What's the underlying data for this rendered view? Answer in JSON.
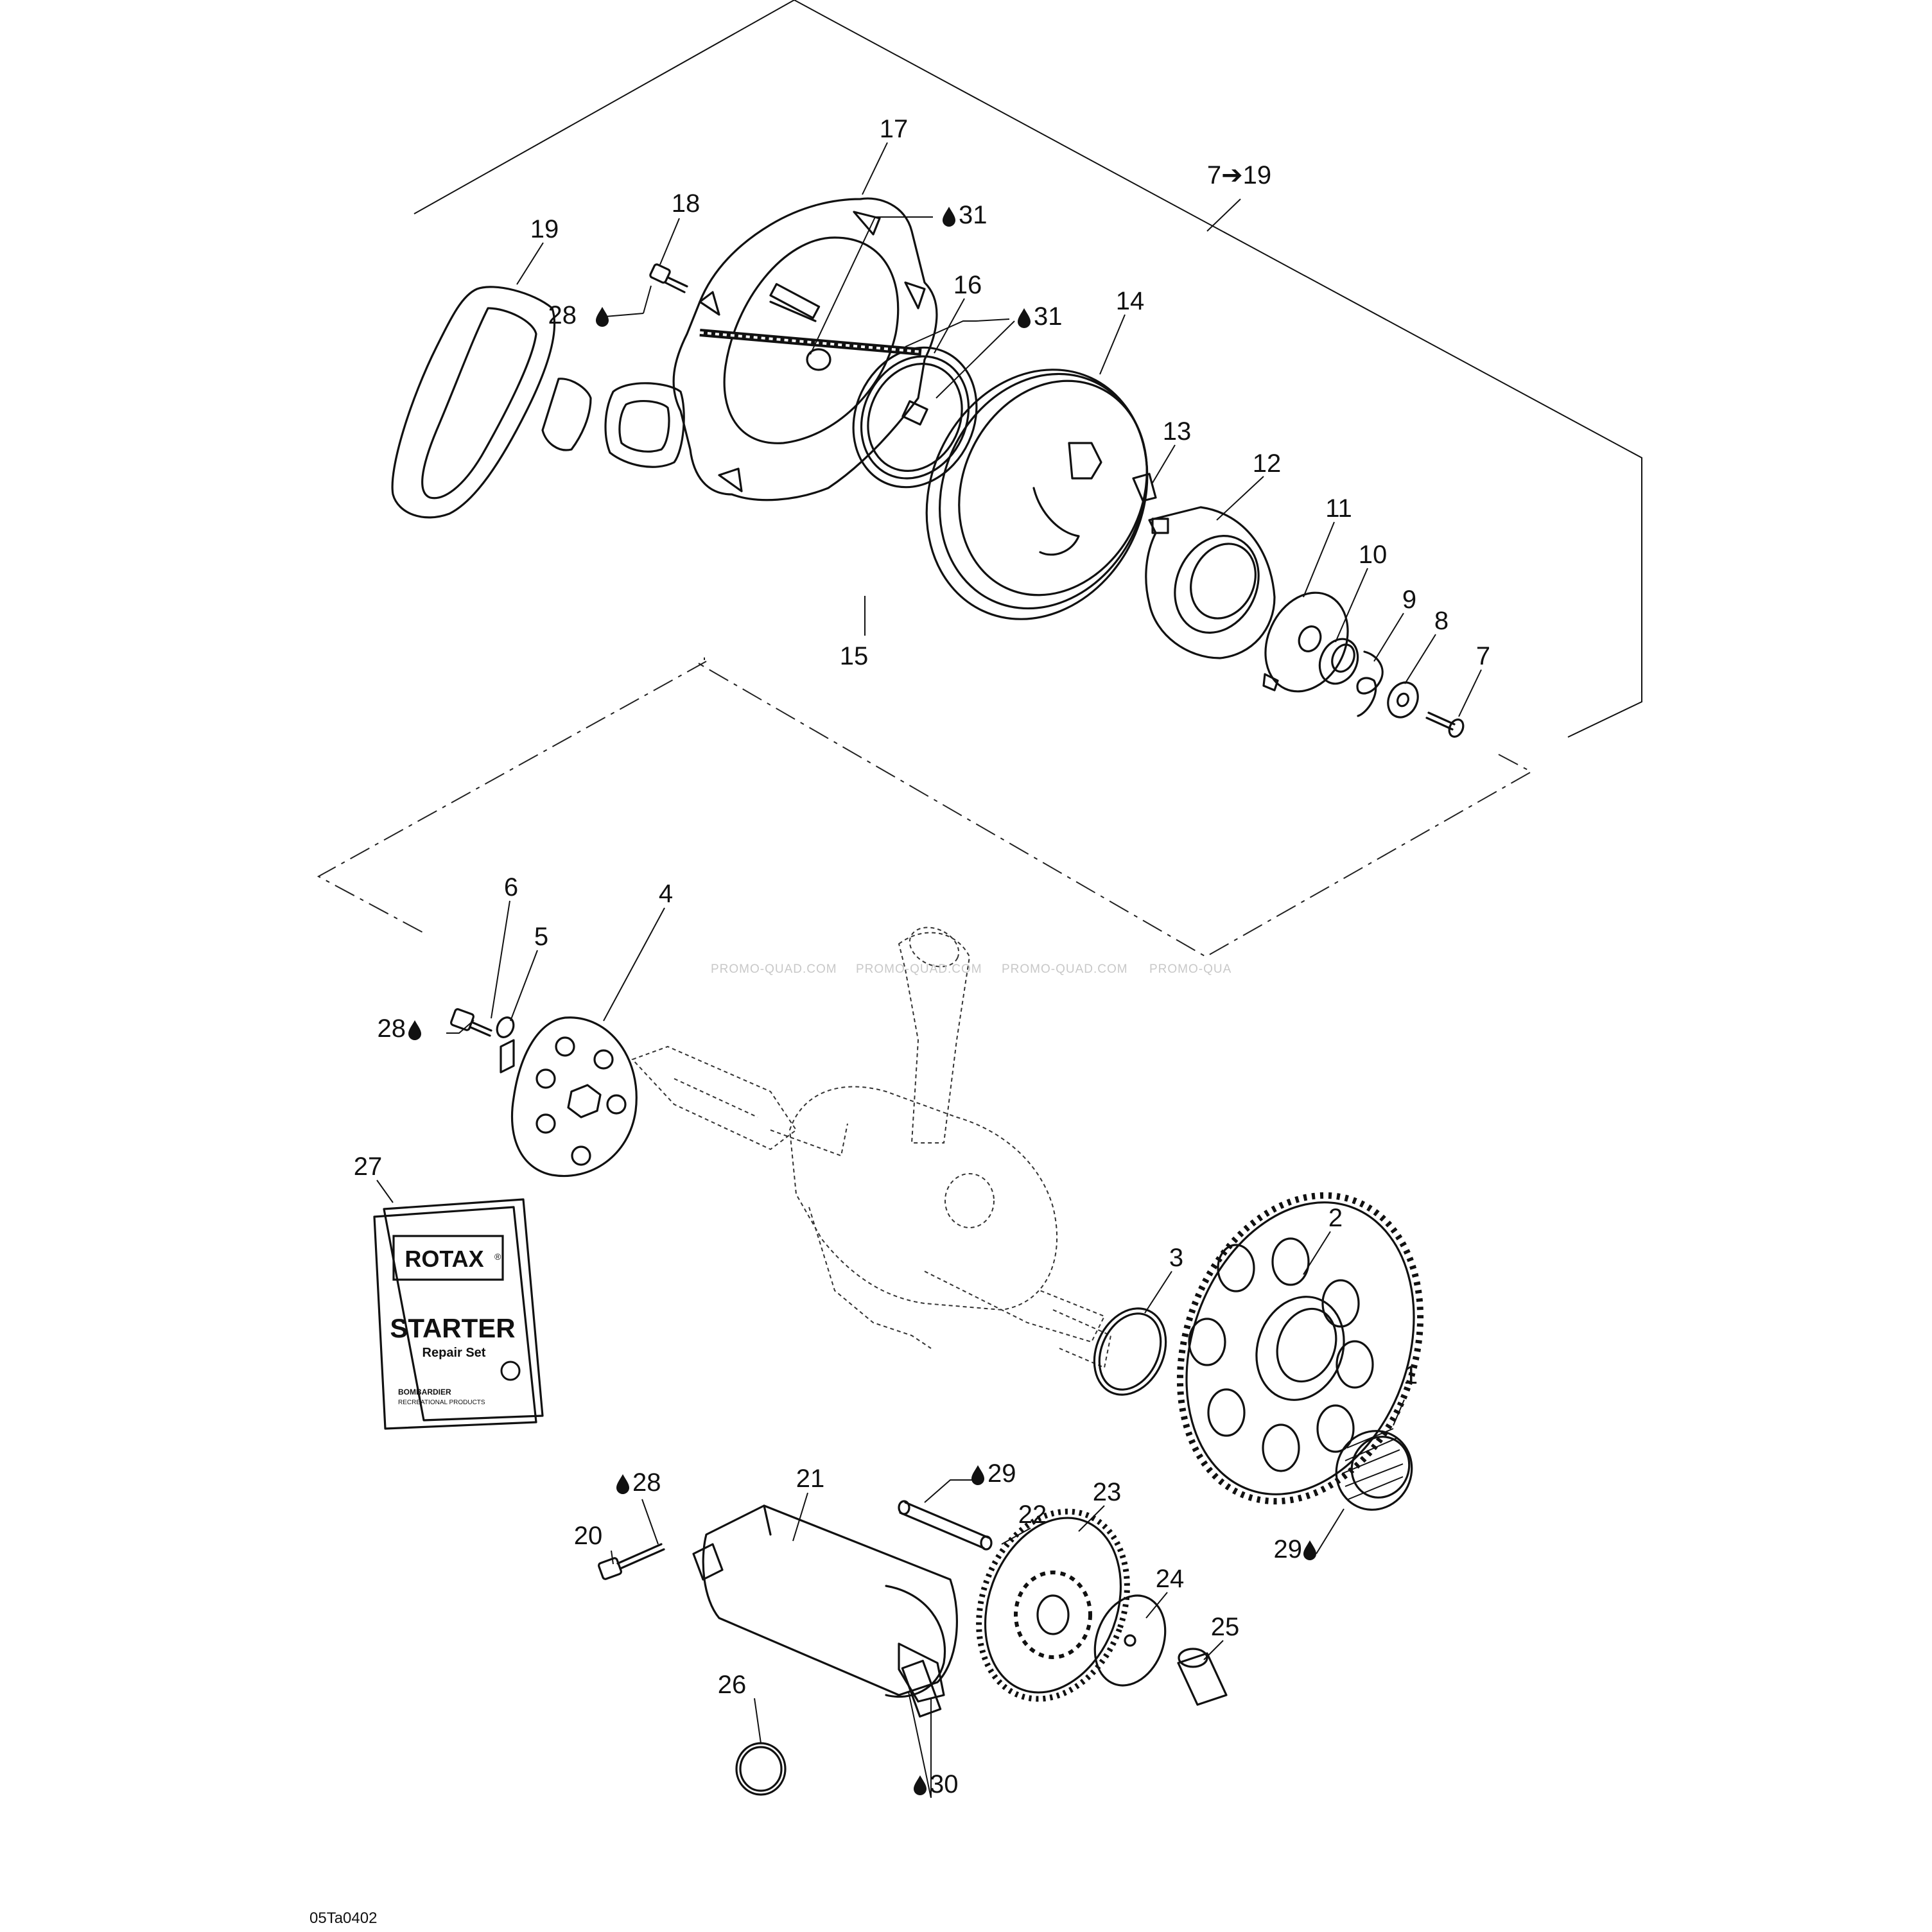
{
  "diagram_code": "05Ta0402",
  "watermark": [
    "PROMO-QUAD.COM",
    "PROMO-QUAD.COM",
    "PROMO-QUAD.COM",
    "PROMO-QUA"
  ],
  "group_label": "7➔19",
  "labels": {
    "p1": "1",
    "p2": "2",
    "p3": "3",
    "p4": "4",
    "p5": "5",
    "p6": "6",
    "p7": "7",
    "p8": "8",
    "p9": "9",
    "p10": "10",
    "p11": "11",
    "p12": "12",
    "p13": "13",
    "p14": "14",
    "p15": "15",
    "p16": "16",
    "p17": "17",
    "p18": "18",
    "p19": "19",
    "p20": "20",
    "p21": "21",
    "p22": "22",
    "p23": "23",
    "p24": "24",
    "p25": "25",
    "p26": "26",
    "p27": "27",
    "l28a": "28",
    "l28b": "28",
    "l28c": "28",
    "l29a": "29",
    "l29b": "29",
    "l30": "30",
    "l31a": "31",
    "l31b": "31"
  },
  "booklet": {
    "brand": "ROTAX",
    "reg_mark": "®",
    "title": "STARTER",
    "subtitle": "Repair Set",
    "maker": "BOMBARDIER",
    "maker_sub": "RECREATIONAL PRODUCTS"
  },
  "icons": {
    "lubricant": "oil-drop-icon",
    "group_arrow": "right-arrow-icon"
  }
}
